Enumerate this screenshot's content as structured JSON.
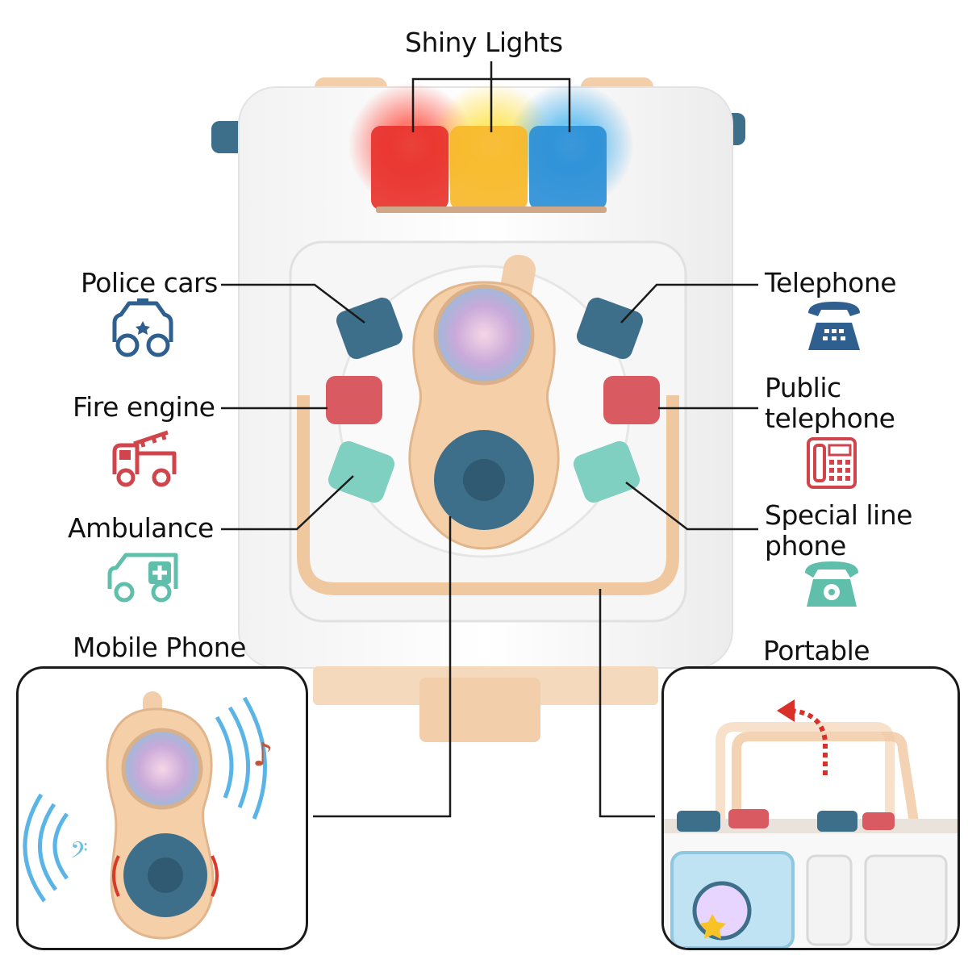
{
  "labels": {
    "shiny_lights": "Shiny Lights",
    "police_cars": "Police cars",
    "fire_engine": "Fire engine",
    "ambulance": "Ambulance",
    "telephone": "Telephone",
    "public_telephone_line1": "Public",
    "public_telephone_line2": "telephone",
    "special_line_line1": "Special line",
    "special_line_line2": "phone",
    "mobile_phone": "Mobile Phone",
    "portable": "Portable"
  },
  "icons": {
    "police": "police-car-icon",
    "fire": "fire-engine-icon",
    "ambulance": "ambulance-icon",
    "telephone": "desk-telephone-icon",
    "public": "public-telephone-icon",
    "special": "special-line-phone-icon"
  },
  "colors": {
    "navy": "#2f5f8f",
    "fire_red": "#d0454c",
    "teal": "#5fbfab",
    "light_red": "#ff3b30",
    "light_yellow": "#ffd21e",
    "light_blue": "#2f9fe8",
    "toy_peach": "#f2cfaa",
    "toy_blue": "#3e6f8a"
  }
}
